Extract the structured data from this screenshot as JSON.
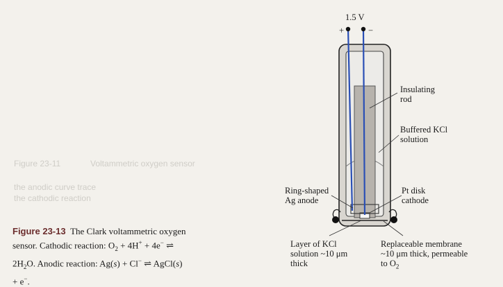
{
  "figure": {
    "label": "Figure 23-13",
    "caption_line1": "The Clark voltammetric oxygen",
    "caption_line2": "sensor. Cathodic reaction: O",
    "caption_line2b": " + 4H",
    "caption_line2c": " + 4e",
    "caption_line3a": "2H",
    "caption_line3b": "O. Anodic reaction: Ag(",
    "caption_line3c": "s",
    "caption_line3d": ") + Cl",
    "caption_line3e": " AgCl(",
    "caption_line3f": "s",
    "caption_line3g": ")",
    "caption_line4": "+ e",
    "sub2": "2",
    "sup_plus": "+",
    "sup_minus": "−",
    "eq_arrow": "⇌",
    "period": "."
  },
  "diagram": {
    "voltage": "1.5 V",
    "plus_sign": "+",
    "minus_sign": "−",
    "labels": {
      "insulating_rod_1": "Insulating",
      "insulating_rod_2": "rod",
      "buffered_kcl_1": "Buffered KCl",
      "buffered_kcl_2": "solution",
      "ring_anode_1": "Ring-shaped",
      "ring_anode_2": "Ag anode",
      "pt_cathode_1": "Pt disk",
      "pt_cathode_2": "cathode",
      "kcl_layer_1": "Layer of KCl",
      "kcl_layer_2": "solution ~10 μm",
      "kcl_layer_3": "thick",
      "membrane_1": "Replaceable membrane",
      "membrane_2": "~10 μm thick, permeable",
      "membrane_3a": "to O",
      "membrane_3b": "2"
    },
    "colors": {
      "wire": "#2a4fb5",
      "body_outline": "#222222",
      "body_fill": "#d9d6d0",
      "solution_fill": "#ecebe8",
      "rod_fill": "#b7b3ad"
    }
  },
  "background_bleed": {
    "line1": "Figure 23-11",
    "line2": "Voltammetric oxygen sensor",
    "line3": "the anodic curve trace",
    "line4": "the cathodic reaction"
  }
}
